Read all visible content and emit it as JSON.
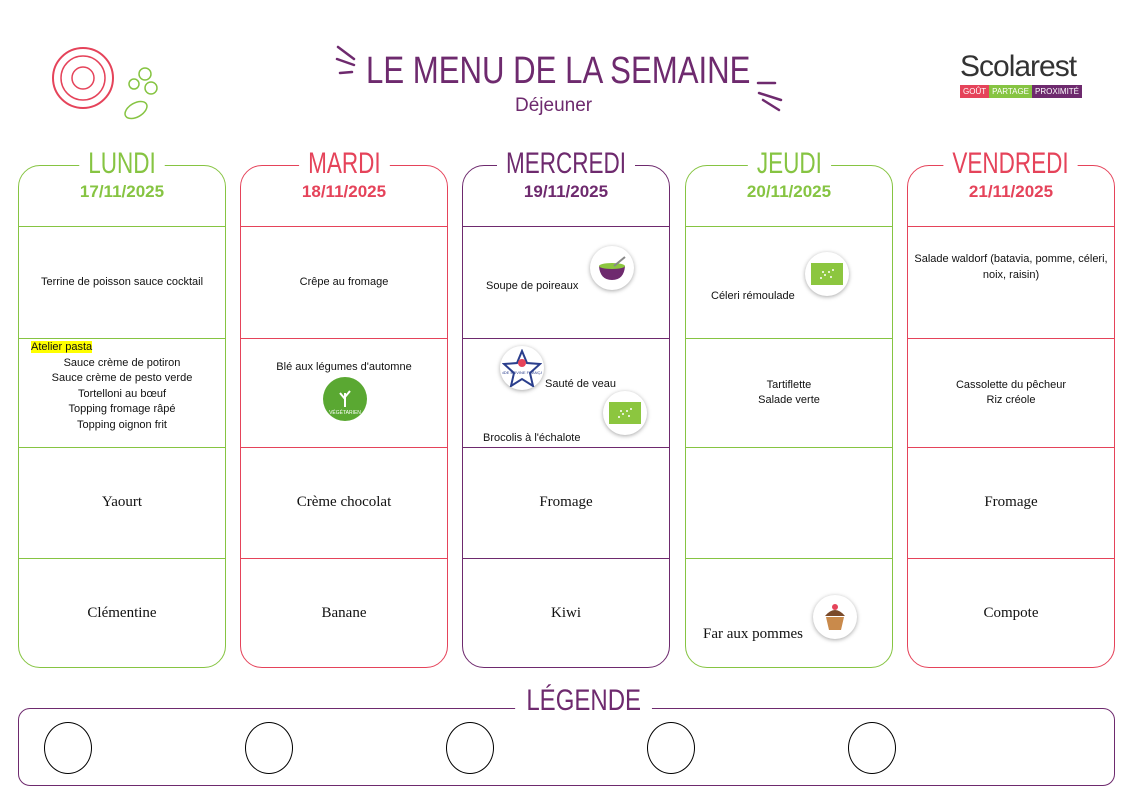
{
  "header": {
    "title": "LE MENU DE LA SEMAINE",
    "subtitle": "Déjeuner"
  },
  "logo": {
    "name": "Scolarest",
    "tags": [
      "GOÛT",
      "PARTAGE",
      "PROXIMITÉ"
    ],
    "tag_colors": [
      "#e5435a",
      "#86c442",
      "#6e2a6e"
    ]
  },
  "colors": {
    "green": "#86c442",
    "red": "#e5435a",
    "purple": "#6e2a6e"
  },
  "days": [
    {
      "name": "LUNDI",
      "date": "17/11/2025",
      "color": "#86c442",
      "cells": [
        {
          "lines": [
            "Terrine de poisson sauce cocktail"
          ]
        },
        {
          "highlight": "Atelier pasta",
          "lines": [
            "Sauce crème de potiron",
            "Sauce crème de pesto verde",
            "Tortelloni au bœuf",
            "Topping fromage râpé",
            "Topping oignon frit"
          ]
        },
        {
          "lines": [
            "Yaourt"
          ]
        },
        {
          "lines": [
            "Clémentine"
          ]
        }
      ]
    },
    {
      "name": "MARDI",
      "date": "18/11/2025",
      "color": "#e5435a",
      "cells": [
        {
          "lines": [
            "Crêpe au fromage"
          ]
        },
        {
          "lines": [
            "Blé aux légumes d'automne"
          ],
          "badges": [
            {
              "icon": "vegetarian-icon",
              "label": "VÉGÉTARIEN"
            }
          ]
        },
        {
          "lines": [
            "Crème chocolat"
          ]
        },
        {
          "lines": [
            "Banane"
          ]
        }
      ]
    },
    {
      "name": "MERCREDI",
      "date": "19/11/2025",
      "color": "#6e2a6e",
      "cells": [
        {
          "lines": [
            "Soupe de poireaux"
          ],
          "badges": [
            {
              "icon": "soup-bowl-icon"
            }
          ]
        },
        {
          "lines": [
            "Sauté de veau",
            "Brocolis à l'échalote"
          ],
          "badges": [
            {
              "icon": "viande-bovine-francaise-icon",
              "label": "VIANDE BOVINE FRANÇAISE"
            },
            {
              "icon": "organic-eu-leaf-icon"
            }
          ]
        },
        {
          "lines": [
            "Fromage"
          ]
        },
        {
          "lines": [
            "Kiwi"
          ]
        }
      ]
    },
    {
      "name": "JEUDI",
      "date": "20/11/2025",
      "color": "#86c442",
      "cells": [
        {
          "lines": [
            "Céleri rémoulade"
          ],
          "badges": [
            {
              "icon": "organic-eu-leaf-icon"
            }
          ]
        },
        {
          "lines": [
            "Tartiflette",
            "Salade verte"
          ]
        },
        {
          "lines": []
        },
        {
          "lines": [
            "Far aux pommes"
          ],
          "badges": [
            {
              "icon": "cupcake-icon"
            }
          ]
        }
      ]
    },
    {
      "name": "VENDREDI",
      "date": "21/11/2025",
      "color": "#e5435a",
      "cells": [
        {
          "lines": [
            "Salade waldorf (batavia, pomme, céleri, noix, raisin)"
          ]
        },
        {
          "lines": [
            "Cassolette du pêcheur",
            "Riz créole"
          ]
        },
        {
          "lines": [
            "Fromage"
          ]
        },
        {
          "lines": [
            "Compote"
          ]
        }
      ]
    }
  ],
  "legend": {
    "title": "LÉGENDE",
    "slots": 5
  }
}
